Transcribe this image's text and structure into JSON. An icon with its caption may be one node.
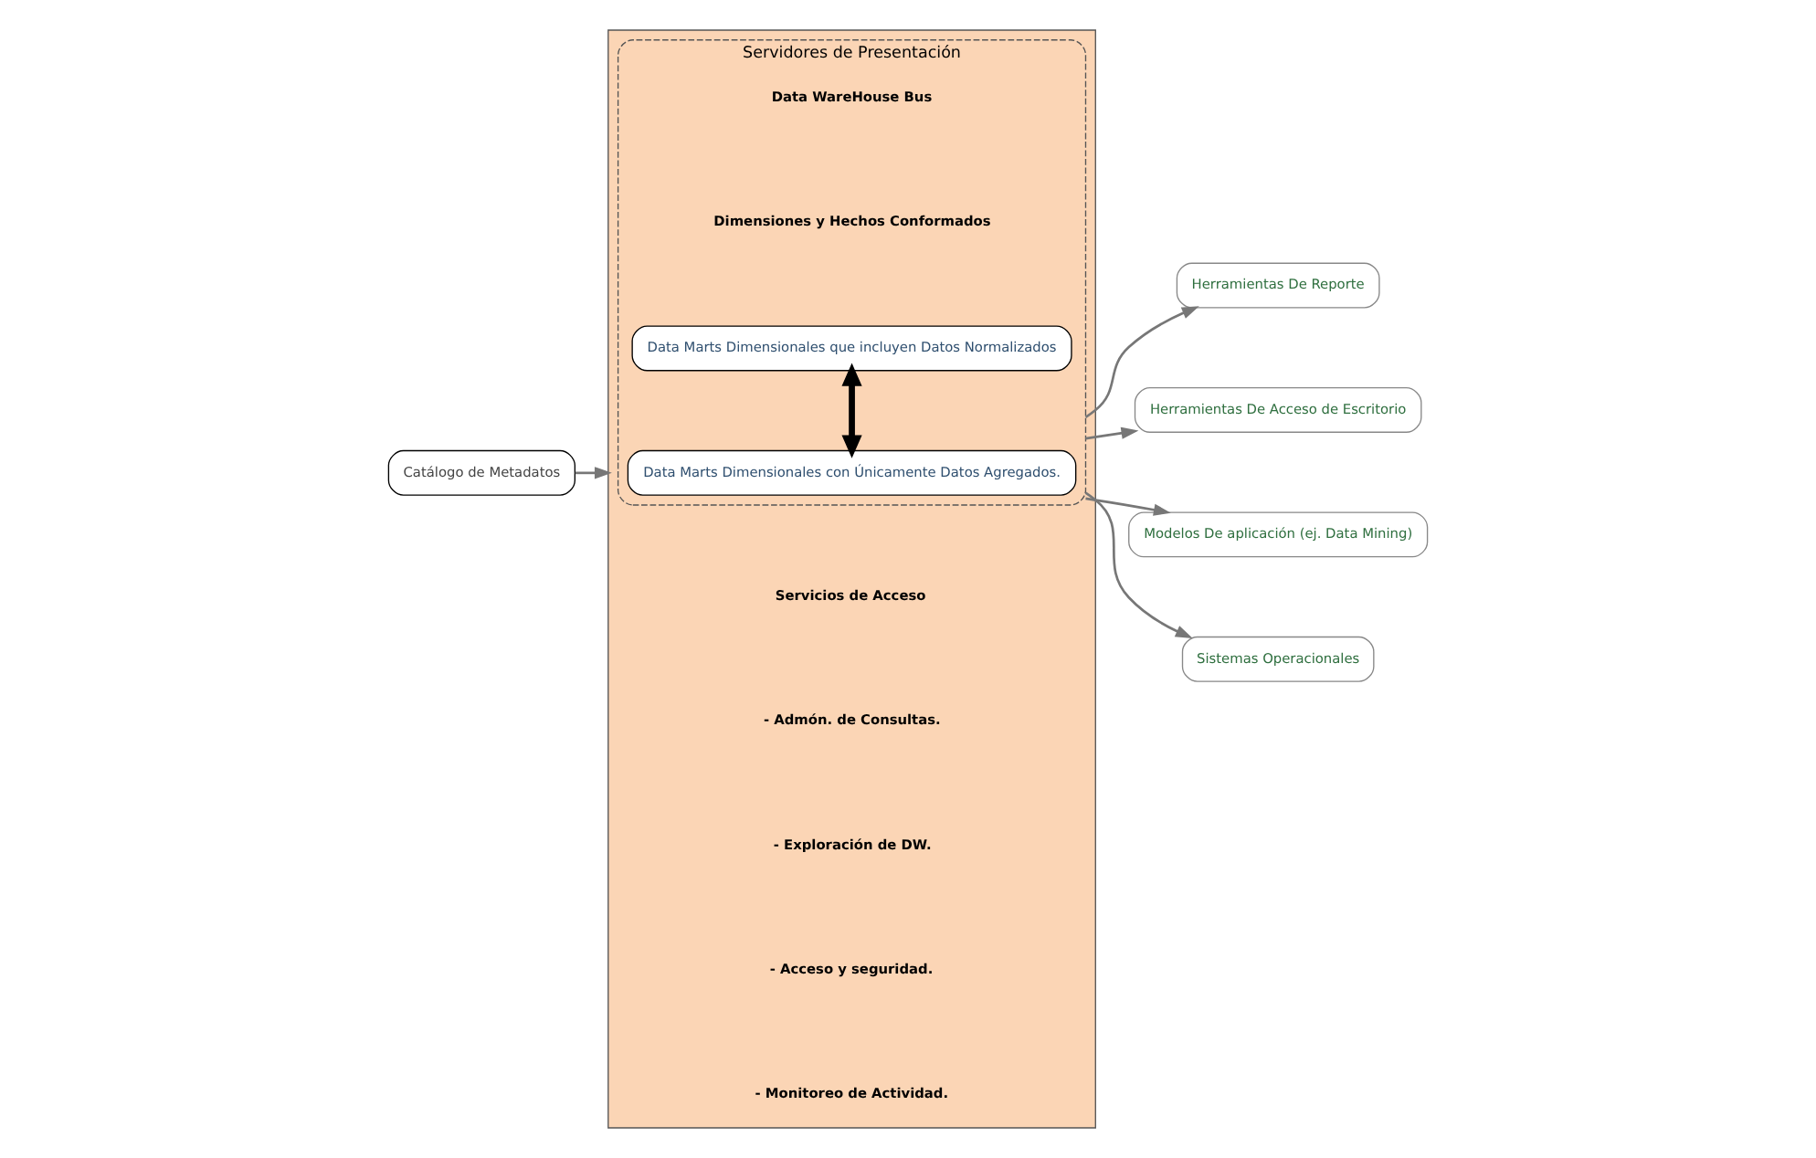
{
  "diagram": {
    "nodes": [
      {
        "text": [],
        "shape": "box"
      },
      {
        "text": [
          "Catálogo de Metadatos"
        ]
      },
      {
        "text": [
          "Servidores de Presentación"
        ],
        "in": 0
      },
      {
        "text": [
          "Data Marts Dimensionales con Únicamente Datos Agregados."
        ],
        "in": 2
      },
      {
        "text": [
          "Data Marts Dimensionales que incluyen Datos Normalizados"
        ],
        "in": 2
      },
      {
        "text": [
          "Herramientas De Reporte"
        ]
      },
      {
        "text": [
          "Herramientas De Acceso de Escritorio"
        ]
      },
      {
        "text": [
          "Modelos De aplicación (ej. Data Mining)"
        ]
      },
      {
        "text": [
          "Sistemas Operacionales"
        ]
      }
    ],
    "edges": [
      {
        "from": 1,
        "to": 0,
        "arrow": "to"
      },
      {
        "from": 3,
        "to": 4,
        "arrow": "both",
        "style": "thick",
        "color": "#000000"
      },
      {
        "from": 2,
        "to": 5,
        "arrow": "to"
      },
      {
        "from": 2,
        "to": 6,
        "arrow": "to"
      },
      {
        "from": 2,
        "to": 7,
        "arrow": "to"
      },
      {
        "from": 2,
        "to": 8,
        "arrow": "to"
      }
    ],
    "labels": [
      "Servicios de Acceso",
      "- Admón. de Consultas.",
      "- Exploración de DW.",
      "- Acceso y seguridad.",
      "- Monitoreo de Actividad.",
      "Data WareHouse Bus",
      "Dimensiones y Hechos Conformados"
    ]
  }
}
